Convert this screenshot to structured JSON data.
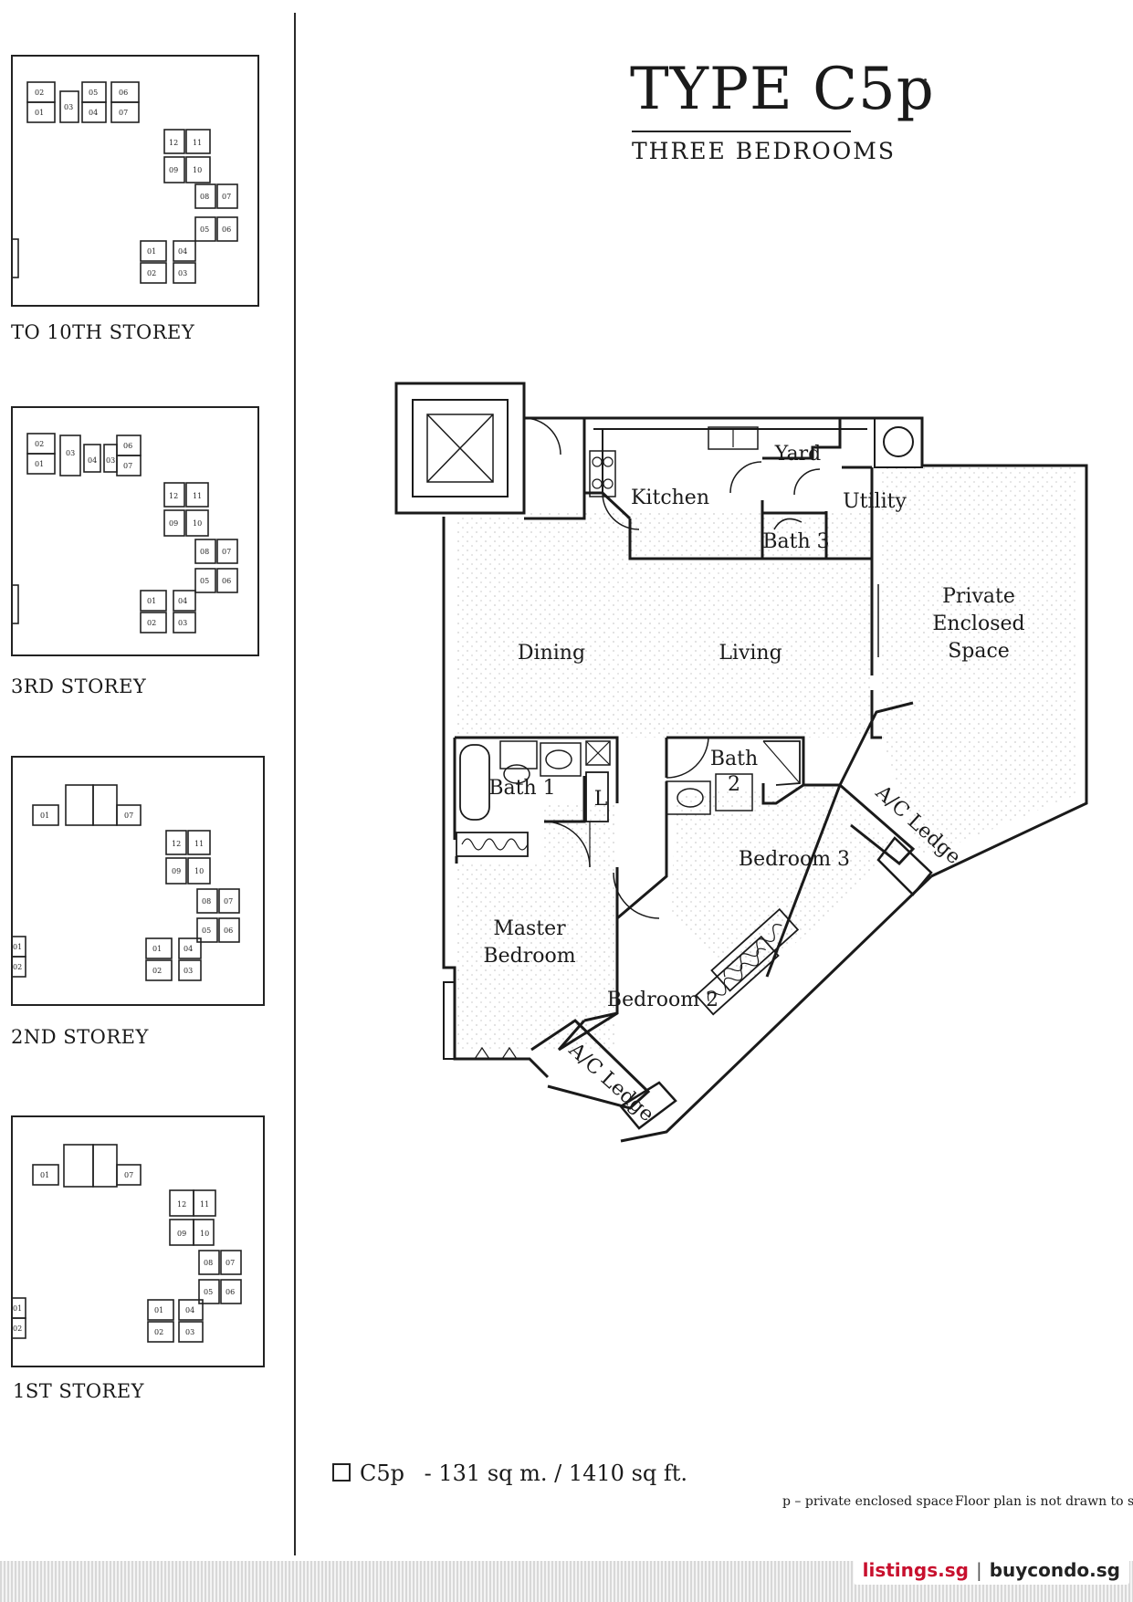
{
  "title": {
    "type": "TYPE C5p",
    "subtitle": "THREE BEDROOMS"
  },
  "key_plans": [
    {
      "label": "TO 10TH STOREY",
      "units": [
        "02",
        "01",
        "03",
        "05",
        "04",
        "06",
        "07",
        "12",
        "11",
        "09",
        "10",
        "08",
        "07",
        "05",
        "06",
        "01",
        "04",
        "02",
        "03"
      ]
    },
    {
      "label": "3RD STOREY",
      "units": [
        "02",
        "01",
        "03",
        "04",
        "03",
        "06",
        "07",
        "12",
        "11",
        "09",
        "10",
        "08",
        "07",
        "05",
        "06",
        "01",
        "04",
        "02",
        "03"
      ]
    },
    {
      "label": "2ND STOREY",
      "units": [
        "01",
        "07",
        "12",
        "11",
        "09",
        "10",
        "08",
        "07",
        "05",
        "06",
        "01",
        "04",
        "02",
        "03",
        "01",
        "02"
      ]
    },
    {
      "label": "1ST STOREY",
      "units": [
        "01",
        "07",
        "12",
        "11",
        "09",
        "10",
        "08",
        "07",
        "05",
        "06",
        "01",
        "04",
        "02",
        "03",
        "01",
        "02"
      ]
    }
  ],
  "rooms": {
    "kitchen": "Kitchen",
    "yard": "Yard",
    "utility": "Utility",
    "bath3": "Bath 3",
    "private_line1": "Private",
    "private_line2": "Enclosed",
    "private_line3": "Space",
    "dining": "Dining",
    "living": "Living",
    "bath1": "Bath 1",
    "bath2_line1": "Bath",
    "bath2_line2": "2",
    "l_mark": "L",
    "ac_ledge_1": "A/C Ledge",
    "bedroom3": "Bedroom 3",
    "master_line1": "Master",
    "master_line2": "Bedroom",
    "bedroom2": "Bedroom 2",
    "ac_ledge_2": "A/C Ledge"
  },
  "legend": {
    "unit": "C5p",
    "area": "- 131 sq m. / 1410 sq ft."
  },
  "notes": {
    "p_note": "p – private enclosed space",
    "scale_note": "Floor plan is not drawn to sc"
  },
  "watermark": {
    "site_a": "listings.sg",
    "separator": "|",
    "site_b": "buycondo.sg"
  },
  "colors": {
    "ink": "#1a1a1a",
    "brand_red": "#c8102e"
  }
}
